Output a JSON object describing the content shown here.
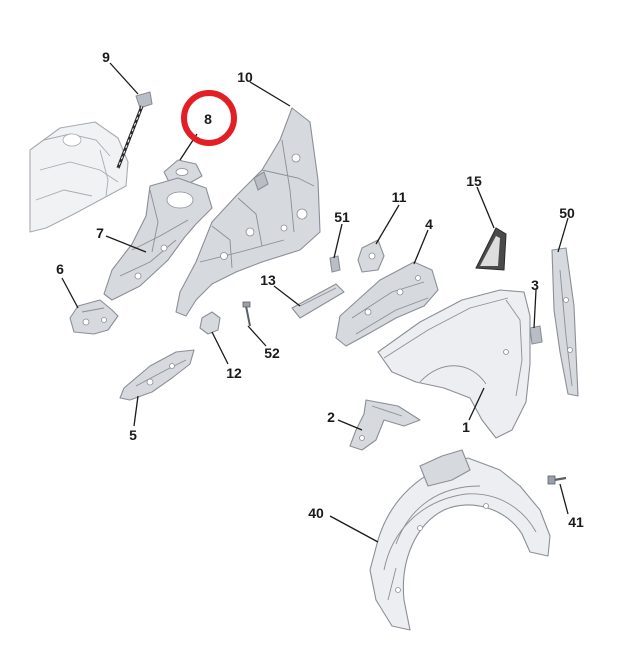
{
  "diagram": {
    "callouts": [
      {
        "id": "9",
        "text": "9"
      },
      {
        "id": "10",
        "text": "10"
      },
      {
        "id": "8",
        "text": "8"
      },
      {
        "id": "7",
        "text": "7"
      },
      {
        "id": "6",
        "text": "6"
      },
      {
        "id": "51",
        "text": "51"
      },
      {
        "id": "11",
        "text": "11"
      },
      {
        "id": "4",
        "text": "4"
      },
      {
        "id": "15",
        "text": "15"
      },
      {
        "id": "50",
        "text": "50"
      },
      {
        "id": "13",
        "text": "13"
      },
      {
        "id": "3",
        "text": "3"
      },
      {
        "id": "52",
        "text": "52"
      },
      {
        "id": "12",
        "text": "12"
      },
      {
        "id": "5",
        "text": "5"
      },
      {
        "id": "2",
        "text": "2"
      },
      {
        "id": "1",
        "text": "1"
      },
      {
        "id": "40",
        "text": "40"
      },
      {
        "id": "41",
        "text": "41"
      }
    ],
    "highlight": {
      "target": "8",
      "color": "#e31e24"
    },
    "colors": {
      "part_fill": "#d6d9de",
      "part_stroke": "#8b8f96",
      "label": "#1a1a1a"
    }
  }
}
